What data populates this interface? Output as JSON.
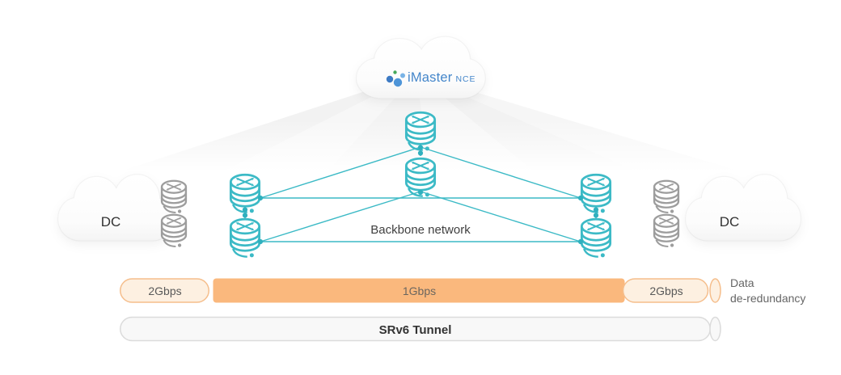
{
  "controller": {
    "brand": "iMaster",
    "brand_suffix": "NCE"
  },
  "network": {
    "backbone_label": "Backbone network"
  },
  "datacenters": {
    "left_label": "DC",
    "right_label": "DC"
  },
  "bandwidth_pipe": {
    "left_segment": "2Gbps",
    "middle_segment": "1Gbps",
    "right_segment": "2Gbps",
    "annotation_line1": "Data",
    "annotation_line2": "de-redundancy"
  },
  "tunnel_pipe": {
    "label": "SRv6 Tunnel"
  },
  "icons": {
    "controller_logo": "imaster-nce-logo",
    "backbone_node": "router-icon",
    "dc_node": "router-icon",
    "cloud": "cloud-shape"
  },
  "colors": {
    "router_teal": "#3CBAC6",
    "router_gray": "#9D9D9D",
    "pipe_orange": "#FAB87D",
    "pipe_orange_light": "#FDF0E1",
    "pipe_orange_border": "#F5BE8C",
    "tunnel_fill": "#F8F8F8",
    "tunnel_border": "#DBDBDB",
    "brand_blue": "#4486CA",
    "text_dark": "#333333",
    "text_gray": "#666666"
  }
}
